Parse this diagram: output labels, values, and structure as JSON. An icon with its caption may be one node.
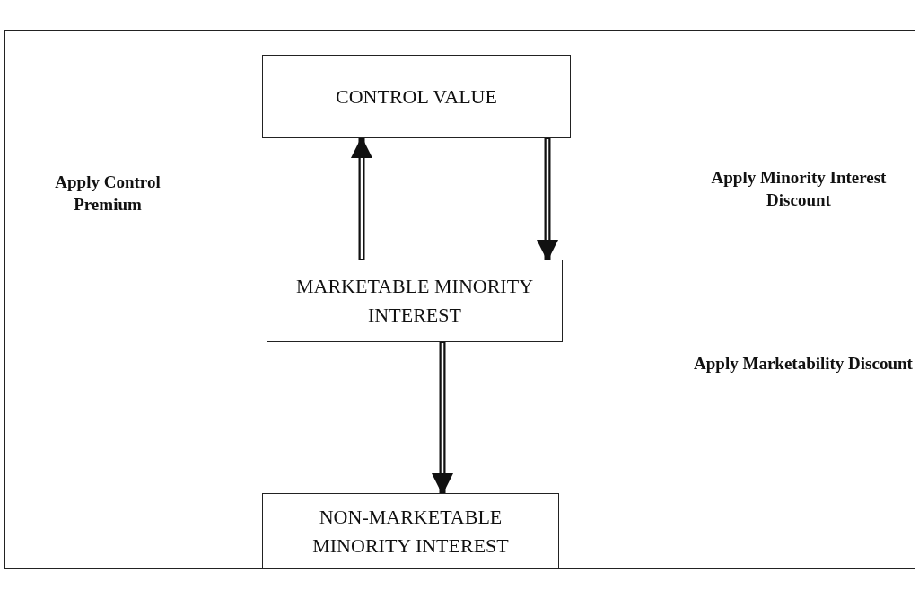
{
  "diagram": {
    "nodes": [
      {
        "text": [
          "CONTROL VALUE"
        ]
      },
      {
        "text": [
          "MARKETABLE MINORITY INTEREST"
        ]
      },
      {
        "text": [
          "NON-MARKETABLE MINORITY INTEREST"
        ]
      }
    ],
    "edges": [
      {
        "from": 1,
        "to": 0,
        "arrow": "to"
      },
      {
        "from": 0,
        "to": 1,
        "arrow": "to"
      },
      {
        "from": 1,
        "to": 2,
        "arrow": "to"
      }
    ],
    "labels": [
      "Apply Control Premium",
      "Apply Minority Interest Discount",
      "Apply Marketability Discount"
    ]
  }
}
